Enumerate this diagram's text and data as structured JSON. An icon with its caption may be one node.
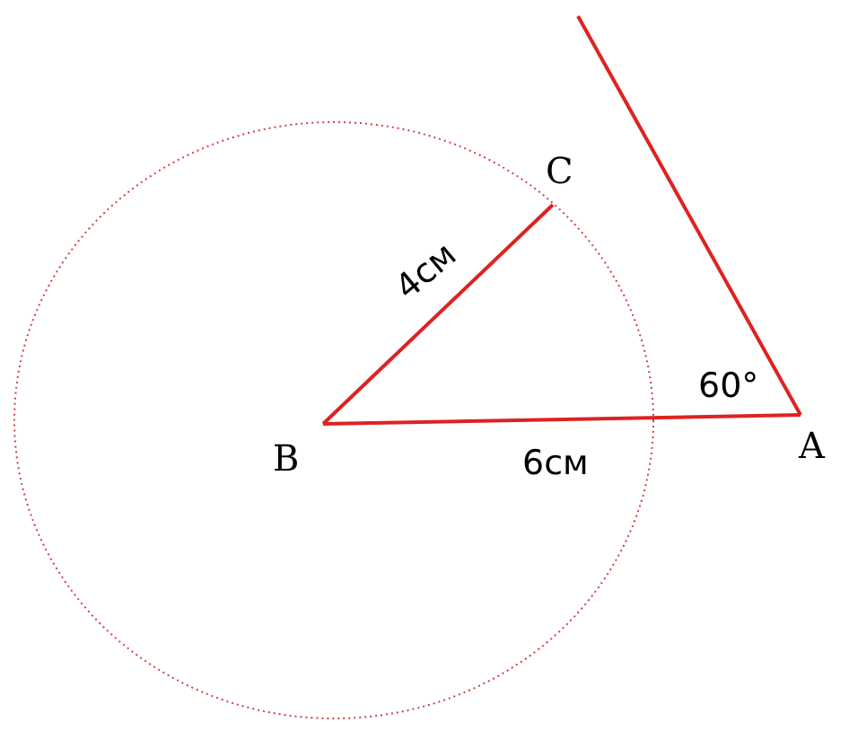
{
  "diagram": {
    "nodes": [
      {
        "text": [
          "B"
        ]
      },
      {
        "text": [
          "C"
        ]
      },
      {
        "text": [
          "A"
        ]
      }
    ],
    "edges": [
      {
        "from": 0,
        "to": 1,
        "arrow": "none",
        "label": "4см"
      },
      {
        "from": 0,
        "to": 2,
        "arrow": "none",
        "label": "6см"
      },
      {
        "from": 2,
        "to": null,
        "arrow": "none"
      }
    ],
    "labels": [
      "60°"
    ]
  }
}
